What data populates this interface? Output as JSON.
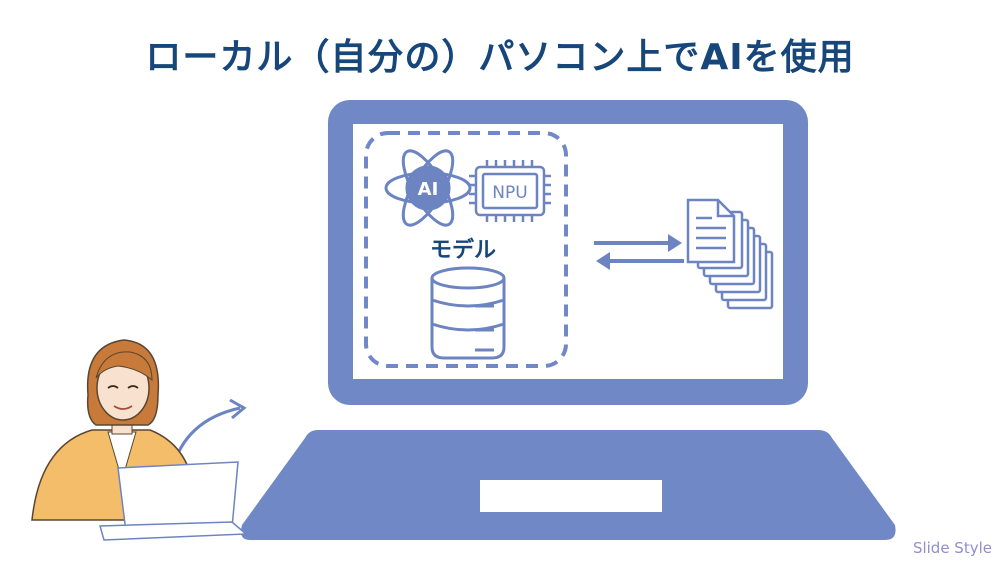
{
  "title": "ローカル（自分の）パソコン上でAIを使用",
  "model_label": "モデル",
  "ai_badge": "AI",
  "npu_label": "NPU",
  "watermark": "Slide Style",
  "colors": {
    "title": "#16467a",
    "laptop": "#7089c6",
    "screen_bg": "#ffffff",
    "dashed_border": "#7089c6",
    "icon": "#6d84c2",
    "skin": "#f8e2cf",
    "hair": "#c77a3a",
    "jacket": "#f4bd6a",
    "watermark": "#8f8fd1"
  }
}
